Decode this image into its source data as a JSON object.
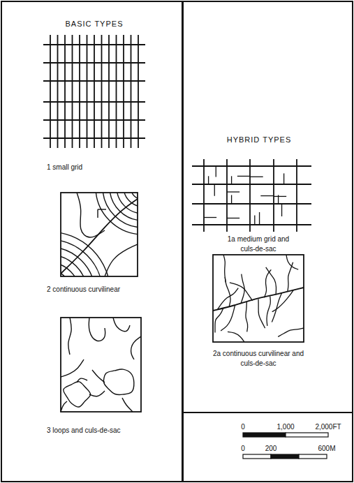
{
  "diagram": {
    "nodes": [
      {
        "text": [
          "BASIC TYPES",
          "1 small grid",
          "2 continuous curvilinear",
          "3 loops and culs-de-sac"
        ]
      },
      {
        "text": [
          "HYBRID TYPES",
          "1a medium grid and culs-de-sac",
          "2a continuous curvilinear and culs-de-sac"
        ]
      },
      {
        "text": [
          "0",
          "1,000",
          "2,000FT",
          "0",
          "200",
          "600M"
        ]
      }
    ],
    "edges": []
  }
}
